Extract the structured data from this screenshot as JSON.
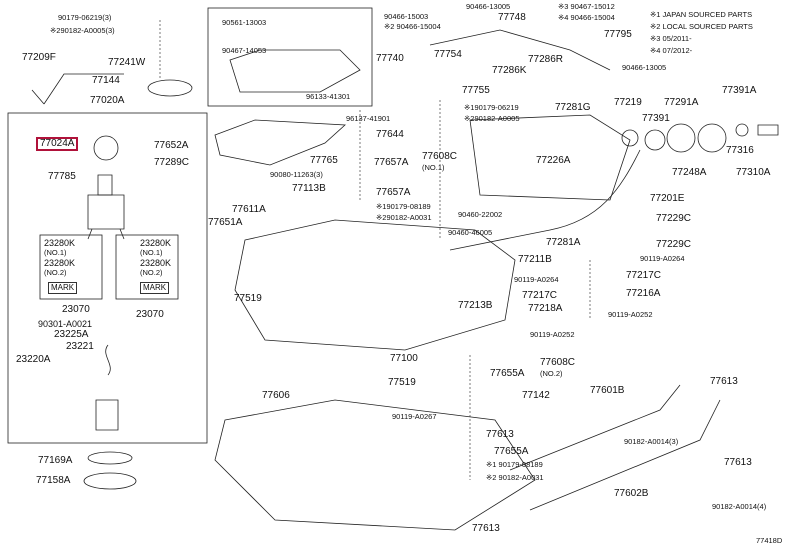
{
  "legend": {
    "l1": "※1 JAPAN SOURCED PARTS",
    "l2": "※2 LOCAL SOURCED PARTS",
    "l3": "※3 05/2011-",
    "l4": "※4 07/2012-"
  },
  "diagram_code": "77418D",
  "highlighted_part": "77024A",
  "marks": {
    "mark_left": "MARK",
    "mark_right": "MARK"
  },
  "parts": {
    "p_90179_06219": "90179-06219(3)",
    "p_90182_a0005_3": "※290182-A0005(3)",
    "p_77209f": "77209F",
    "p_77241w": "77241W",
    "p_77144": "77144",
    "p_77020a": "77020A",
    "p_77024a": "77024A",
    "p_77652a": "77652A",
    "p_77289c": "77289C",
    "p_77785": "77785",
    "p_23280k_1": "23280K",
    "p_no1_l": "(NO.1)",
    "p_23280k_2": "23280K",
    "p_no2_l": "(NO.2)",
    "p_23280k_3": "23280K",
    "p_no1_r": "(NO.1)",
    "p_23280k_4": "23280K",
    "p_no2_r": "(NO.2)",
    "p_23070_l": "23070",
    "p_23070_r": "23070",
    "p_90301_a0021": "90301-A0021",
    "p_23225a": "23225A",
    "p_23220a": "23220A",
    "p_23221": "23221",
    "p_77169a": "77169A",
    "p_77158a": "77158A",
    "p_90561_13003": "90561-13003",
    "p_90467_14053": "90467-14053",
    "p_96133_41301": "96133-41301",
    "p_77740": "77740",
    "p_96137_41901": "96137-41901",
    "p_77644": "77644",
    "p_77765": "77765",
    "p_77657a_1": "77657A",
    "p_77608c_top": "77608C",
    "p_no1_608c": "(NO.1)",
    "p_90080_11263": "90080-11263(3)",
    "p_77113b": "77113B",
    "p_77657a_2": "77657A",
    "p_90179_08189_a": "※190179-08189",
    "p_90182_a0031_a": "※290182-A0031",
    "p_77611a": "77611A",
    "p_77651a": "77651A",
    "p_77519_a": "77519",
    "p_90466_15003": "90466-15003",
    "p_90466_15004": "※2 90466-15004",
    "p_90466_13005_top": "90466-13005",
    "p_77748": "77748",
    "p_90467_15012": "※3 90467-15012",
    "p_90466_15004_b": "※4 90466-15004",
    "p_77795": "77795",
    "p_77754": "77754",
    "p_77286k": "77286K",
    "p_77286r": "77286R",
    "p_90466_13005_r": "90466-13005",
    "p_77755": "77755",
    "p_90179_06219_b": "※190179-06219",
    "p_90182_a0005_b": "※290182-A0005",
    "p_77281g": "77281G",
    "p_77219": "77219",
    "p_77291a": "77291A",
    "p_77391a": "77391A",
    "p_77391": "77391",
    "p_77316": "77316",
    "p_77226a": "77226A",
    "p_77248a": "77248A",
    "p_77310a": "77310A",
    "p_77201e": "77201E",
    "p_90460_22002": "90460-22002",
    "p_77229c_1": "77229C",
    "p_90460_46005": "90460-46005",
    "p_77281a": "77281A",
    "p_77229c_2": "77229C",
    "p_90119_a0264_r": "90119-A0264",
    "p_77211b": "77211B",
    "p_77217c_r": "77217C",
    "p_90119_a0264_c": "90119-A0264",
    "p_77216a": "77216A",
    "p_77217c_c": "77217C",
    "p_77213b": "77213B",
    "p_77218a": "77218A",
    "p_90119_a0252_r": "90119-A0252",
    "p_90119_a0252_c": "90119-A0252",
    "p_77100": "77100",
    "p_77608c_2": "77608C",
    "p_no2_608c": "(NO.2)",
    "p_77655a_1": "77655A",
    "p_77519_b": "77519",
    "p_77606": "77606",
    "p_77142": "77142",
    "p_77601b": "77601B",
    "p_77613_a": "77613",
    "p_90119_a0267": "90119-A0267",
    "p_77613_b": "77613",
    "p_90182_a0014_a": "90182-A0014(3)",
    "p_77613_c": "77613",
    "p_77655a_2": "77655A",
    "p_90179_08189_b": "※1 90179-08189",
    "p_90182_a0031_b": "※2 90182-A0031",
    "p_77602b": "77602B",
    "p_90182_a0014_b": "90182-A0014(4)",
    "p_77613_d": "77613"
  }
}
